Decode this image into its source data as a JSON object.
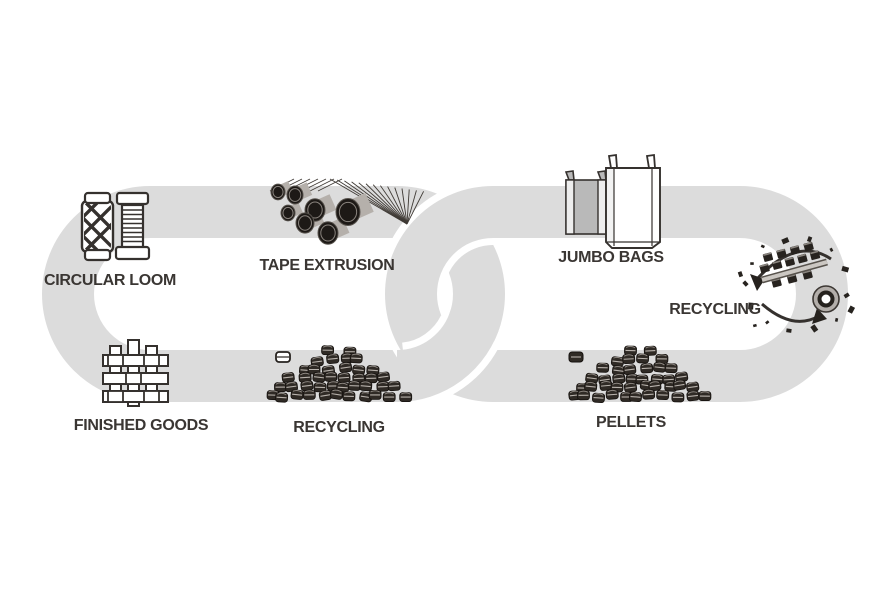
{
  "diagram": {
    "type": "process-cycle",
    "stations": [
      {
        "name": "circular-loom",
        "label": "CIRCULAR LOOM"
      },
      {
        "name": "tape-extrusion",
        "label": "TAPE EXTRUSION"
      },
      {
        "name": "jumbo-bags",
        "label": "JUMBO BAGS"
      },
      {
        "name": "recycling-machine",
        "label": "RECYCLING"
      },
      {
        "name": "finished-goods",
        "label": "FINISHED GOODS"
      },
      {
        "name": "recycling-pellets",
        "label": "RECYCLING"
      },
      {
        "name": "pellets",
        "label": "PELLETS"
      }
    ]
  },
  "colors": {
    "loop_band": "#dcdcdc",
    "ink": "#35312e",
    "label_text": "#3a3633",
    "bag_gray": "#b9b9b9",
    "pellet_dark": "#2f2a25",
    "machine_gray": "#b3aeaa"
  }
}
